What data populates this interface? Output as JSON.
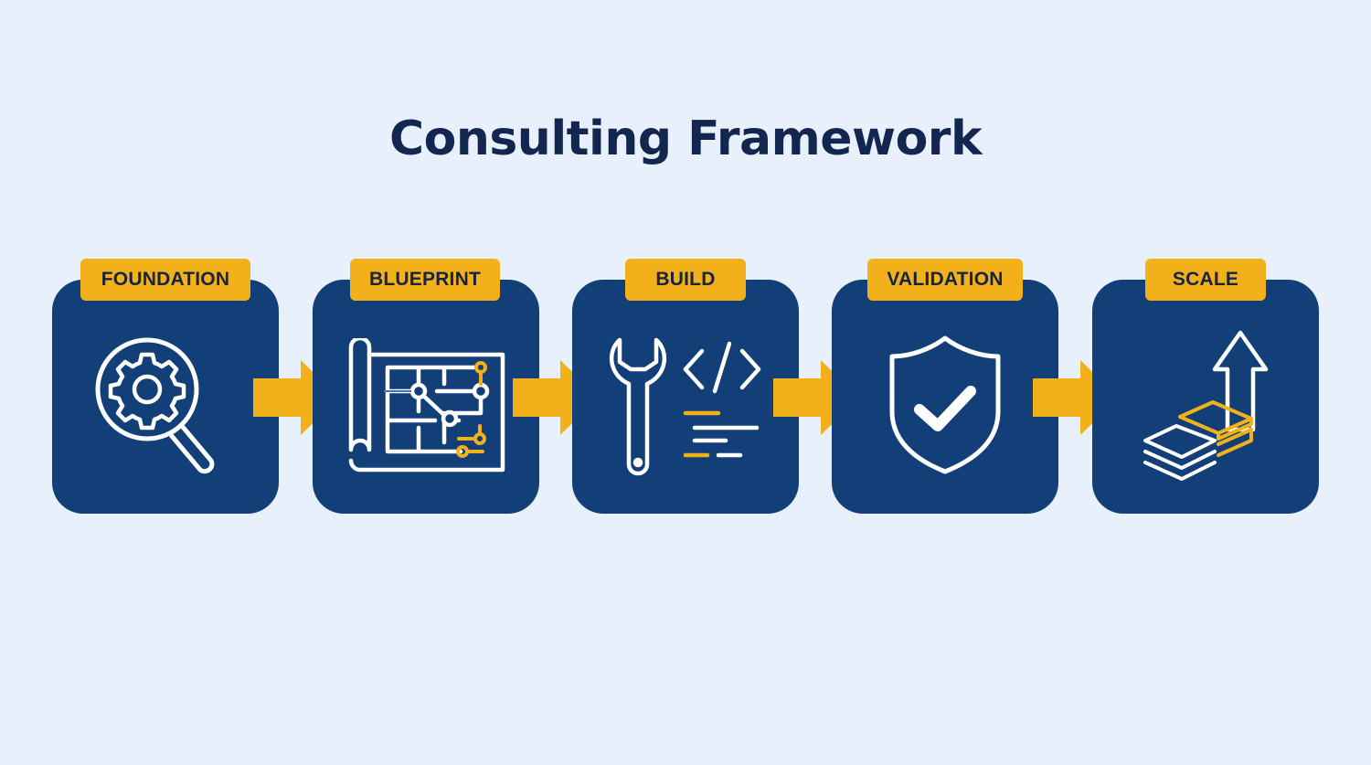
{
  "title": "Consulting Framework",
  "colors": {
    "background": "#e8f1fb",
    "card": "#123f78",
    "accent": "#f2b11b",
    "title": "#13264f",
    "icon_stroke": "#ffffff"
  },
  "steps": [
    {
      "label": "FOUNDATION",
      "icon": "gear-magnifier-icon"
    },
    {
      "label": "BLUEPRINT",
      "icon": "blueprint-icon"
    },
    {
      "label": "BUILD",
      "icon": "wrench-code-icon"
    },
    {
      "label": "VALIDATION",
      "icon": "shield-check-icon"
    },
    {
      "label": "SCALE",
      "icon": "stack-growth-icon"
    }
  ],
  "connectors": [
    "arrow-right-icon",
    "arrow-right-icon",
    "arrow-right-icon",
    "arrow-right-icon"
  ]
}
